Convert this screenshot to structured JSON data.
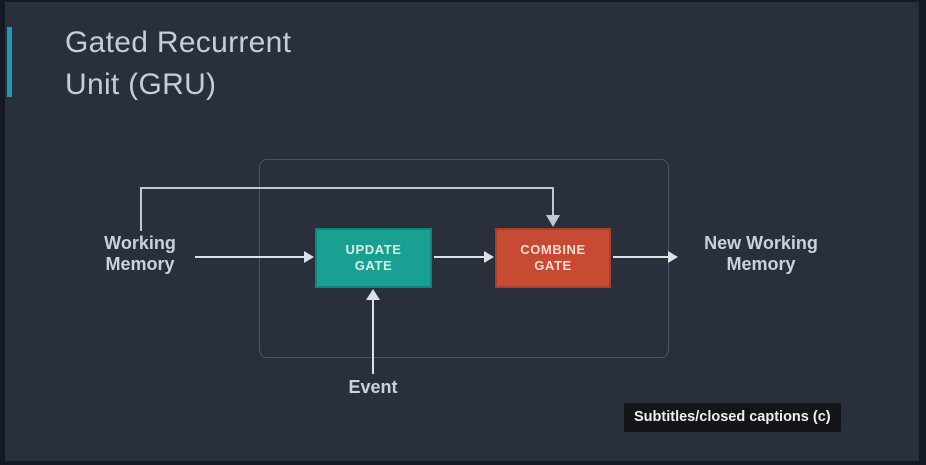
{
  "slide": {
    "title": "Gated Recurrent\nUnit (GRU)",
    "background_color": "#29303b",
    "frame_color": "#141923",
    "accent_bar_color": "#1e97b9",
    "title_color": "#c6cdd5"
  },
  "diagram": {
    "nodes": {
      "working_memory": {
        "label": "Working\nMemory"
      },
      "update_gate": {
        "label": "UPDATE\nGATE",
        "color": "#18a192"
      },
      "combine_gate": {
        "label": "COMBINE\nGATE",
        "color": "#c64b32"
      },
      "new_working_memory": {
        "label": "New Working\nMemory"
      },
      "event": {
        "label": "Event"
      }
    },
    "edges": [
      "working-memory-to-update-gate",
      "update-gate-to-combine-gate",
      "combine-gate-to-new-working-memory",
      "working-memory-feedback-to-combine-gate",
      "event-to-update-gate"
    ],
    "arrow_color": "#dde0e4",
    "feedback_arrow_color": "#c3c8ce",
    "container_border_color": "#4a5462"
  },
  "player": {
    "tooltip": "Subtitles/closed captions (c)"
  }
}
